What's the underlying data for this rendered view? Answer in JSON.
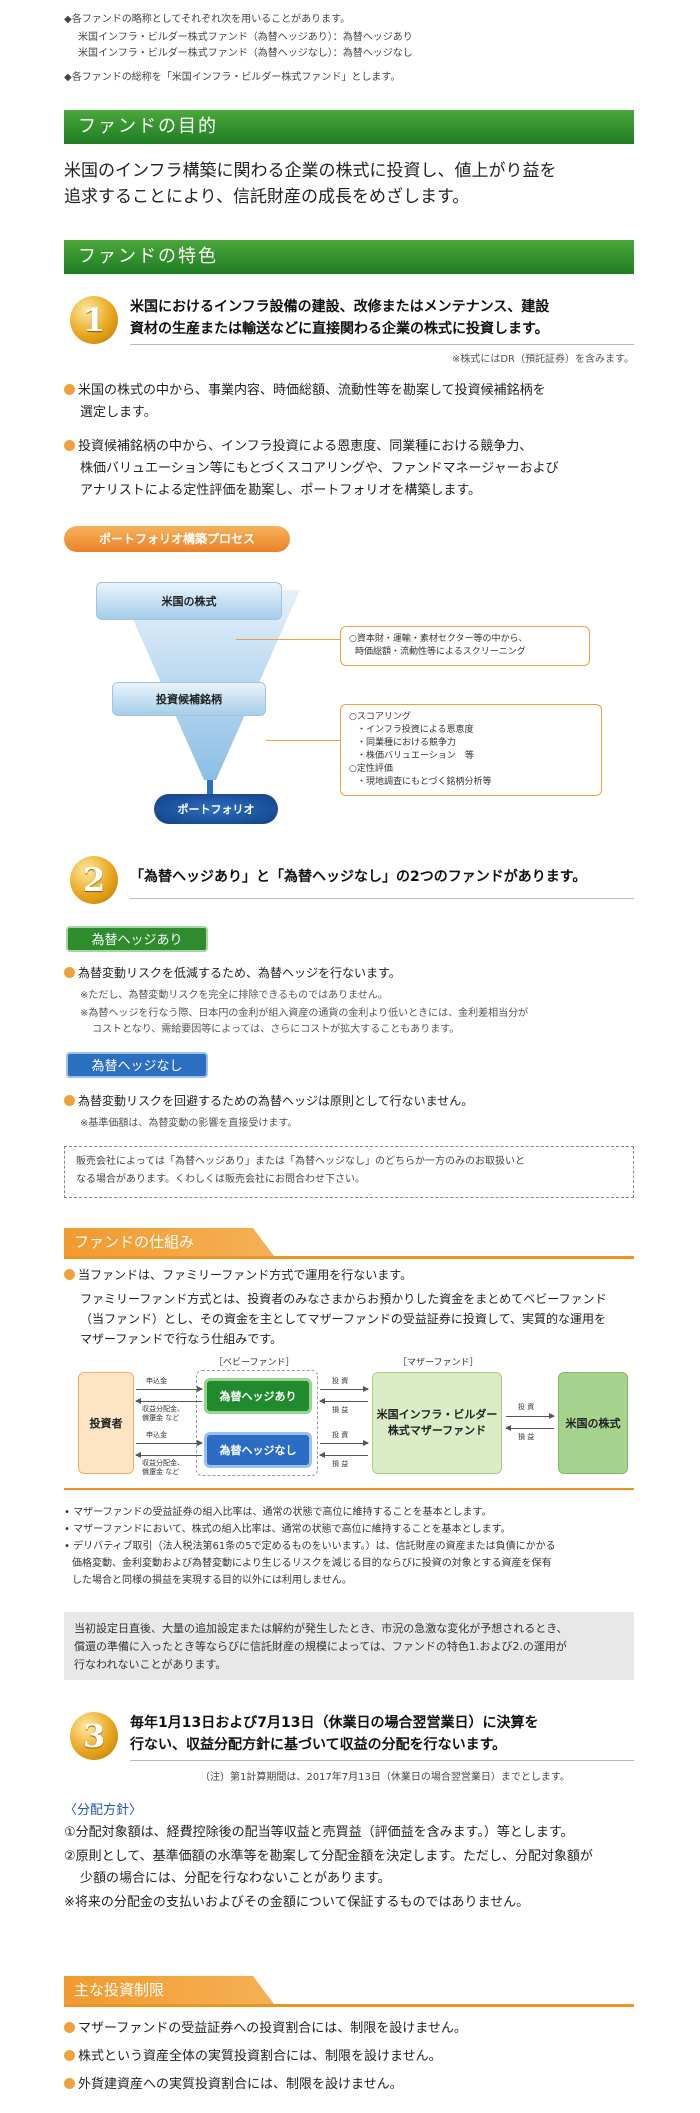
{
  "top_notes": {
    "n1": "◆各ファンドの略称としてそれぞれ次を用いることがあります。",
    "n2": "米国インフラ・ビルダー株式ファンド（為替ヘッジあり）：為替ヘッジあり",
    "n3": "米国インフラ・ビルダー株式ファンド（為替ヘッジなし）：為替ヘッジなし",
    "n4": "◆各ファンドの総称を「米国インフラ・ビルダー株式ファンド」とします。"
  },
  "purpose": {
    "title": "ファンドの目的",
    "line1": "米国のインフラ構築に関わる企業の株式に投資し、値上がり益を",
    "line2": "追求することにより、信託財産の成長をめざします。"
  },
  "features": {
    "title": "ファンドの特色",
    "f1": {
      "num": "1",
      "line1": "米国におけるインフラ設備の建設、改修またはメンテナンス、建設",
      "line2": "資材の生産または輸送などに直接関わる企業の株式に投資します。",
      "note": "※株式にはDR（預託証券）を含みます。",
      "b1a": "米国の株式の中から、事業内容、時価総額、流動性等を勘案して投資候補銘柄を",
      "b1b": "選定します。",
      "b2a": "投資候補銘柄の中から、インフラ投資による恩恵度、同業種における競争力、",
      "b2b": "株価バリュエーション等にもとづくスコアリングや、ファンドマネージャーおよび",
      "b2c": "アナリストによる定性評価を勘案し、ポートフォリオを構築します。"
    },
    "process": {
      "tag": "ポートフォリオ構築プロセス",
      "stage1": "米国の株式",
      "stage2": "投資候補銘柄",
      "stage3": "ポートフォリオ",
      "note1a": "○資本財・運輸・素材セクター等の中から、",
      "note1b": "時価総額・流動性等によるスクリーニング",
      "note2a": "○スコアリング",
      "note2b": "・インフラ投資による恩恵度",
      "note2c": "・同業種における競争力",
      "note2d": "・株価バリュエーション　等",
      "note2e": "○定性評価",
      "note2f": "・現地調査にもとづく銘柄分析等"
    },
    "f2": {
      "num": "2",
      "title": "「為替ヘッジあり」と「為替ヘッジなし」の2つのファンドがあります。",
      "hedge_tag": "為替ヘッジあり",
      "hedge_b1": "為替変動リスクを低減するため、為替ヘッジを行ないます。",
      "hedge_n1": "※ただし、為替変動リスクを完全に排除できるものではありません。",
      "hedge_n2a": "※為替ヘッジを行なう際、日本円の金利が組入資産の通貨の金利より低いときには、金利差相当分が",
      "hedge_n2b": "コストとなり、需給要因等によっては、さらにコストが拡大することもあります。",
      "nohedge_tag": "為替ヘッジなし",
      "nohedge_b1": "為替変動リスクを回避するための為替ヘッジは原則として行ないません。",
      "nohedge_n1": "※基準価額は、為替変動の影響を直接受けます。",
      "box_a": "販売会社によっては「為替ヘッジあり」または「為替ヘッジなし」のどちらか一方のみのお取扱いと",
      "box_b": "なる場合があります。くわしくは販売会社にお問合わせ下さい。"
    }
  },
  "structure": {
    "title": "ファンドの仕組み",
    "b1": "当ファンドは、ファミリーファンド方式で運用を行ないます。",
    "p1": "ファミリーファンド方式とは、投資者のみなさまからお預かりした資金をまとめてベビーファンド",
    "p2": "（当ファンド）とし、その資金を主としてマザーファンドの受益証券に投資して、実質的な運用を",
    "p3": "マザーファンドで行なう仕組みです。",
    "diagram": {
      "baby_label": "［ベビーファンド］",
      "mother_label": "［マザーファンド］",
      "investor": "投資者",
      "hedge_yes": "為替ヘッジあり",
      "hedge_no": "為替ヘッジなし",
      "mother": "米国インフラ・ビルダー株式マザーファンド",
      "mother_l1": "米国インフラ・ビルダー",
      "mother_l2": "株式マザーファンド",
      "stock": "米国の株式",
      "apply": "申込金",
      "dist1": "収益分配金、",
      "dist2": "償還金 など",
      "invest": "投 資",
      "gain": "損 益"
    },
    "notes": [
      "• マザーファンドの受益証券の組入比率は、通常の状態で高位に維持することを基本とします。",
      "• マザーファンドにおいて、株式の組入比率は、通常の状態で高位に維持することを基本とします。",
      "• デリバティブ取引（法人税法第61条の5で定めるものをいいます。）は、信託財産の資産または負債にかかる",
      "価格変動、金利変動および為替変動により生じるリスクを減じる目的ならびに投資の対象とする資産を保有",
      "した場合と同様の損益を実現する目的以外には利用しません。"
    ],
    "gray_a": "当初設定日直後、大量の追加設定または解約が発生したとき、市況の急激な変化が予想されるとき、",
    "gray_b": "償還の準備に入ったとき等ならびに信託財産の規模によっては、ファンドの特色1.および2.の運用が",
    "gray_c": "行なわれないことがあります。"
  },
  "f3": {
    "num": "3",
    "line1": "毎年1月13日および7月13日（休業日の場合翌営業日）に決算を",
    "line2": "行ない、収益分配方針に基づいて収益の分配を行ないます。",
    "note": "（注）第1計算期間は、2017年7月13日（休業日の場合翌営業日）までとします。",
    "policy_title": "〈分配方針〉",
    "p1": "①分配対象額は、経費控除後の配当等収益と売買益（評価益を含みます。）等とします。",
    "p2a": "②原則として、基準価額の水準等を勘案して分配金額を決定します。ただし、分配対象額が",
    "p2b": "少額の場合には、分配を行なわないことがあります。",
    "p3": "※将来の分配金の支払いおよびその金額について保証するものではありません。"
  },
  "restrictions": {
    "title": "主な投資制限",
    "r1": "マザーファンドの受益証券への投資割合には、制限を設けません。",
    "r2": "株式という資産全体の実質投資割合には、制限を設けません。",
    "r3": "外貨建資産への実質投資割合には、制限を設けません。"
  },
  "colors": {
    "green": "#2e8b2e",
    "orange": "#f0921f",
    "blue": "#2a6fc0"
  }
}
